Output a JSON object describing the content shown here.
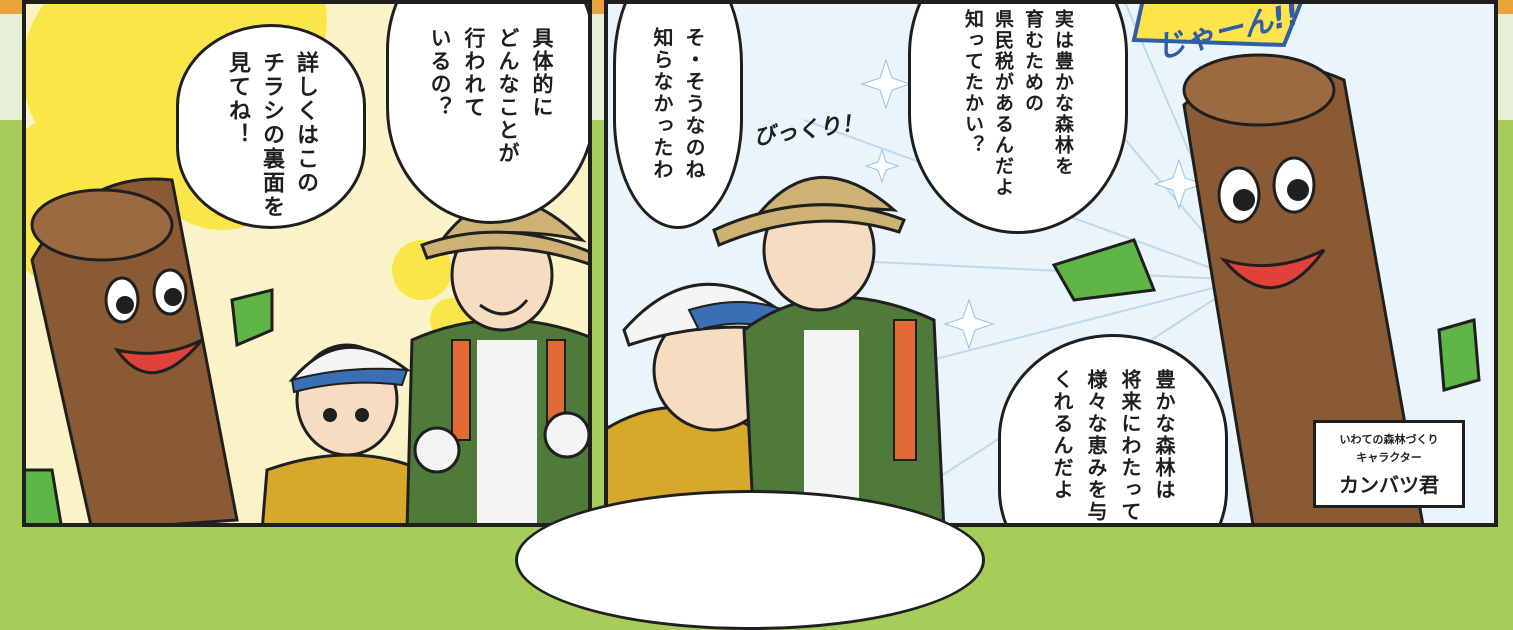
{
  "colors": {
    "background_green": "#a6cd5a",
    "top_band": "#e5f0d6",
    "orange_strip": "#e9a33b",
    "left_panel_bg": "#fbf3c8",
    "yellow_burst": "#fbe64a",
    "right_panel_bg": "#e9f4fb",
    "wood": "#8a5a34",
    "glove": "#5fb546",
    "jacket_green": "#4f7a3a",
    "hat_khaki": "#cdb274",
    "cap_blue": "#3b6fb3",
    "jacket_yellow": "#d6a92a",
    "sfx_blue": "#2f5ea8",
    "sfx_yellow": "#ffe34a"
  },
  "left_panel": {
    "bubble_character": "詳しくはこの\nチラシの裏面を\n見てね！",
    "bubble_adult": "具体的に\nどんなことが\n行われて\nいるの？"
  },
  "right_panel": {
    "bubble_adult": "そ・そうなのね\n知らなかったわ",
    "bubble_character_top": "実は豊かな森林を\n育むための\n県民税があるんだよ\n知ってたかい？",
    "bubble_character_bottom": "豊かな森林は\n将来にわたって\n様々な恵みを与\nくれるんだよ",
    "sfx_surprise": "びっくり！",
    "sfx_jan": "じゃーん!!",
    "character_label": {
      "line1": "いわての森林づくり",
      "line2": "キャラクター",
      "name": "カンバツ君"
    }
  }
}
